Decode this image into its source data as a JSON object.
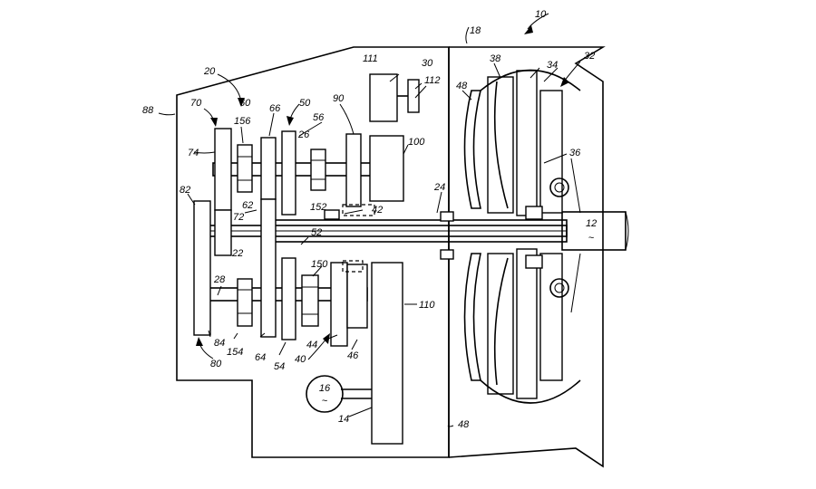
{
  "labels": {
    "l10": "10",
    "l18": "18",
    "l32": "32",
    "l34": "34",
    "l38": "38",
    "l48a": "48",
    "l111": "111",
    "l30": "30",
    "l112": "112",
    "l20": "20",
    "l88": "88",
    "l70": "70",
    "l60": "60",
    "l66": "66",
    "l50": "50",
    "l56": "56",
    "l90": "90",
    "l156": "156",
    "l26": "26",
    "l100": "100",
    "l36": "36",
    "l74": "74",
    "l24": "24",
    "l62": "62",
    "l42": "42",
    "l82": "82",
    "l72": "72",
    "l152": "152",
    "l12": "12",
    "l22": "22",
    "l52": "52",
    "l150": "150",
    "l28": "28",
    "l110": "110",
    "l84": "84",
    "l154": "154",
    "l64": "64",
    "l54": "54",
    "l44": "44",
    "l46": "46",
    "l40": "40",
    "l80": "80",
    "l16": "16",
    "l14": "14",
    "l48b": "48"
  }
}
